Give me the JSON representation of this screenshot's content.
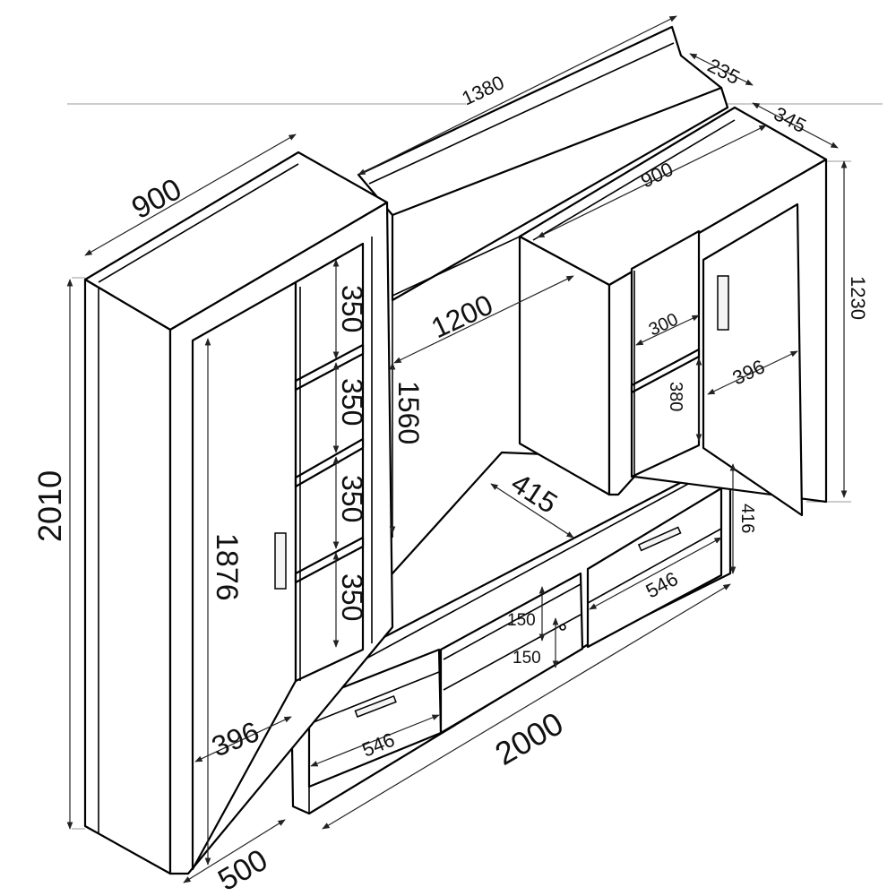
{
  "dimensions": {
    "wall_panel_width": "1380",
    "wall_panel_depth": "235",
    "wall_cabinet_depth": "345",
    "wall_cabinet_width": "900",
    "wall_cabinet_height": "1230",
    "wall_cabinet_shelf": "300",
    "wall_cabinet_opening": "380",
    "wall_cabinet_door": "396",
    "tall_cabinet_width": "900",
    "tall_cabinet_height": "2010",
    "tall_cabinet_depth": "500",
    "tall_cabinet_door_height": "1876",
    "tall_cabinet_door_width": "396",
    "shelf_1": "350",
    "shelf_2": "350",
    "shelf_3": "350",
    "shelf_4": "350",
    "center_width": "1200",
    "center_height": "1560",
    "tv_unit_depth": "415",
    "tv_unit_height": "416",
    "tv_unit_width": "2000",
    "drawer_left": "546",
    "drawer_right": "546",
    "niche_top": "150",
    "niche_bottom": "150"
  }
}
